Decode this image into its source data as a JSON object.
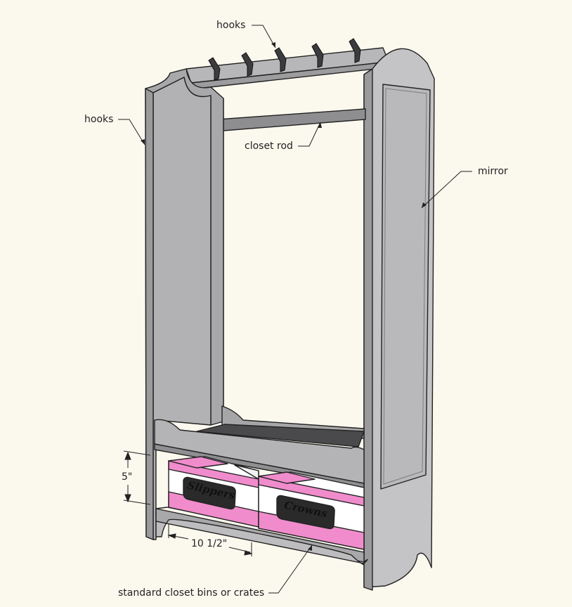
{
  "callouts": {
    "hooks_top": "hooks",
    "hooks_left": "hooks",
    "closet_rod": "closet rod",
    "mirror": "mirror",
    "bins": "standard closet bins or crates"
  },
  "dimensions": {
    "bin_height": "5\"",
    "bin_width": "10 1/2\""
  },
  "bins": {
    "left": "Slippers",
    "right": "Crowns"
  },
  "colors": {
    "background": "#fbf8ee",
    "panel_front": "#a9a9ab",
    "panel_side": "#c6c6c8",
    "panel_inner": "#8f8f91",
    "seat": "#4a4a4c",
    "bin_pink": "#f08ccc",
    "bin_white": "#ffffff",
    "bin_label": "#2a2a2a"
  }
}
